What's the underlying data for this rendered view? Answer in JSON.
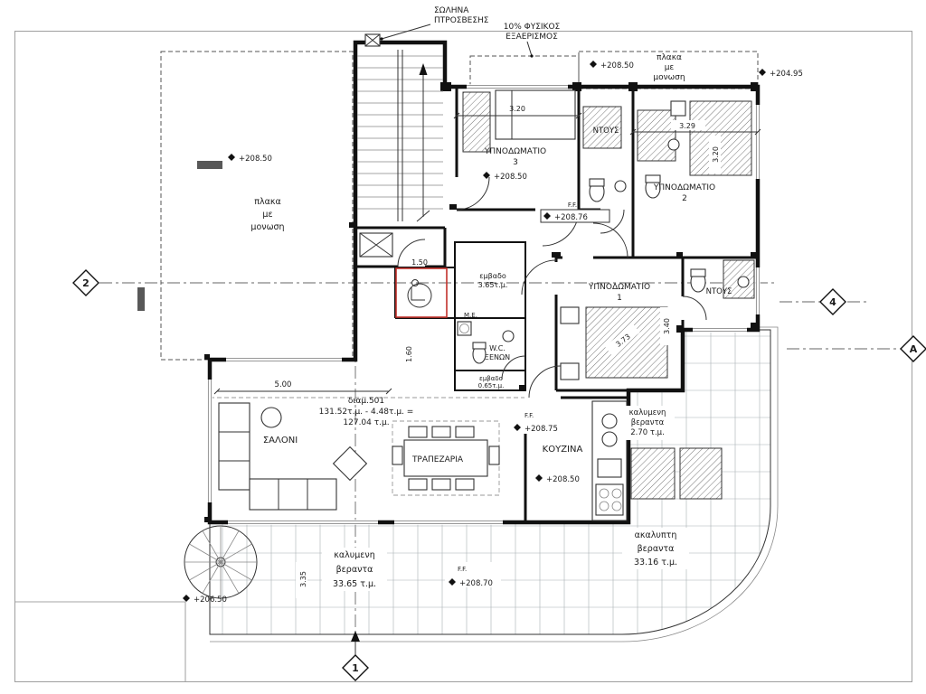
{
  "notes": {
    "fire_hose": [
      "ΣΩΛΗΝΑ",
      "ΠΤΡΟΣΒΕΣΗΣ"
    ],
    "ventilation": [
      "10% ΦΥΣΙΚΟΣ",
      "ΕΞΑΕΡΙΣΜΟΣ"
    ],
    "slab_left": [
      "πλακα",
      "με",
      "μονωση"
    ],
    "slab_right": [
      "πλακα",
      "με",
      "μονωση"
    ]
  },
  "rooms": {
    "bedroom3": {
      "name": "ΥΠΝΟΔΩΜΑΤΙΟ",
      "num": "3"
    },
    "bedroom2": {
      "name": "ΥΠΝΟΔΩΜΑΤΙΟ",
      "num": "2"
    },
    "bedroom1": {
      "name": "ΥΠΝΟΔΩΜΑΤΙΟ",
      "num": "1"
    },
    "shower_top": "ΝΤΟΥΣ",
    "shower_right": "ΝΤΟΥΣ",
    "living": "ΣΑΛΟΝΙ",
    "dining": "ΤΡΑΠΕΖΑΡΙΑ",
    "kitchen": "ΚΟΥΖΙΝΑ",
    "wc_guest": [
      "W.C.",
      "ΞΕΝΩΝ"
    ],
    "mech": "M.E."
  },
  "areas": {
    "apartment": [
      "διαμ.501",
      "131.52τ.μ. - 4.48τ.μ. =",
      "127.04 τ.μ."
    ],
    "wc_inner": [
      "εμβαδο",
      "3.65τ.μ."
    ],
    "wc_small": [
      "εμβαδο",
      "0.65τ.μ."
    ],
    "veranda_covered_right": [
      "καλυμενη",
      "βεραντα",
      "2.70 τ.μ."
    ],
    "veranda_covered_bottom": [
      "καλυμενη",
      "βεραντα",
      "33.65 τ.μ."
    ],
    "veranda_open": [
      "ακαλυπτη",
      "βεραντα",
      "33.16 τ.μ."
    ]
  },
  "levels": {
    "ff": "F.F.",
    "roof_top": "+208.50",
    "roof_right": "+204.95",
    "slab_left": "+208.50",
    "bedroom3": "+208.50",
    "hall": "+208.76",
    "dining_ff": "+208.75",
    "kitchen": "+208.50",
    "veranda": "+208.70",
    "ground": "+206.50"
  },
  "dims": {
    "bed3_w": "3.20",
    "bed2_w": "3.29",
    "bed2_h": "3.20",
    "bed1_h": "3.40",
    "bed1_diag": "3.73",
    "living_w": "5.00",
    "wc_w": "1.50",
    "wc_h": "1.60",
    "veranda_h": "3.35"
  },
  "grid": {
    "n1": "1",
    "n2": "2",
    "n4": "4",
    "na": "A"
  }
}
